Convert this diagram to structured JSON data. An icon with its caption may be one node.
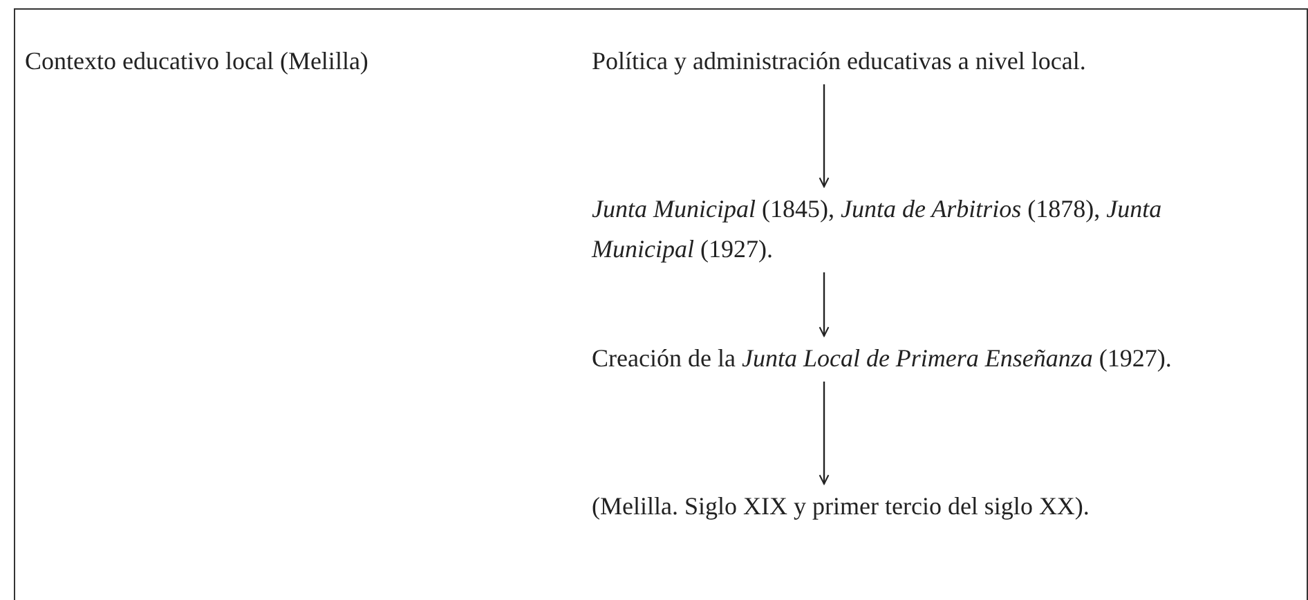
{
  "diagram": {
    "nodes": [
      {
        "text": [
          "Política y administración educativas a nivel local."
        ]
      },
      {
        "text": [
          "*Junta Municipal* (1845), *Junta de Arbitrios* (1878), *Junta Municipal* (1927)."
        ]
      },
      {
        "text": [
          "Creación de la *Junta Local de Primera Enseñanza* (1927)."
        ]
      },
      {
        "text": [
          "(Melilla. Siglo XIX y primer tercio del siglo XX)."
        ]
      }
    ],
    "edges": [
      {
        "from": 0,
        "to": 1,
        "arrow": "to"
      },
      {
        "from": 1,
        "to": 2,
        "arrow": "to"
      },
      {
        "from": 2,
        "to": 3,
        "arrow": "to"
      }
    ],
    "labels": [
      "Contexto educativo local (Melilla)"
    ]
  }
}
